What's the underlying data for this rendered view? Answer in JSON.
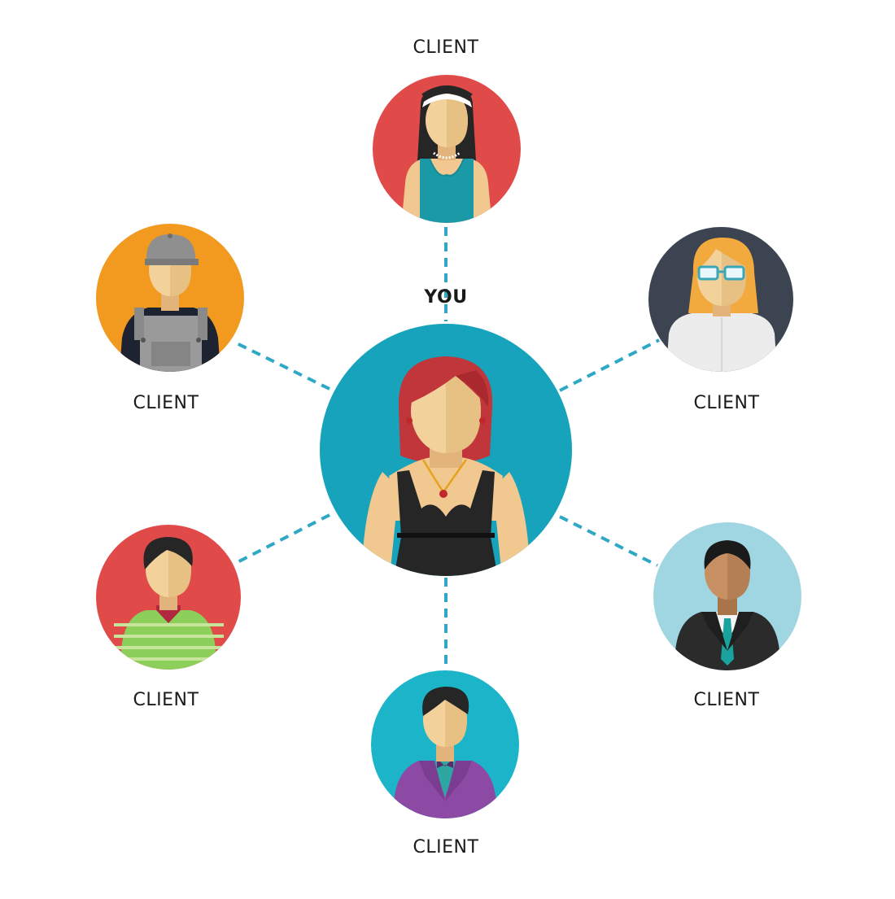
{
  "center": {
    "label": "YOU",
    "circle_color": "#16a3bb",
    "avatar": "woman-red-hair-icon"
  },
  "connector_color": "#2ea8c4",
  "clients": [
    {
      "label": "CLIENT",
      "circle_color": "#e04a48",
      "avatar": "woman-headband-icon"
    },
    {
      "label": "CLIENT",
      "circle_color": "#3b4450",
      "avatar": "woman-glasses-icon"
    },
    {
      "label": "CLIENT",
      "circle_color": "#9fd6e2",
      "avatar": "businessman-icon"
    },
    {
      "label": "CLIENT",
      "circle_color": "#1bb4c8",
      "avatar": "man-purple-suit-icon"
    },
    {
      "label": "CLIENT",
      "circle_color": "#e04a48",
      "avatar": "man-striped-shirt-icon"
    },
    {
      "label": "CLIENT",
      "circle_color": "#f29a1f",
      "avatar": "worker-cap-icon"
    }
  ]
}
